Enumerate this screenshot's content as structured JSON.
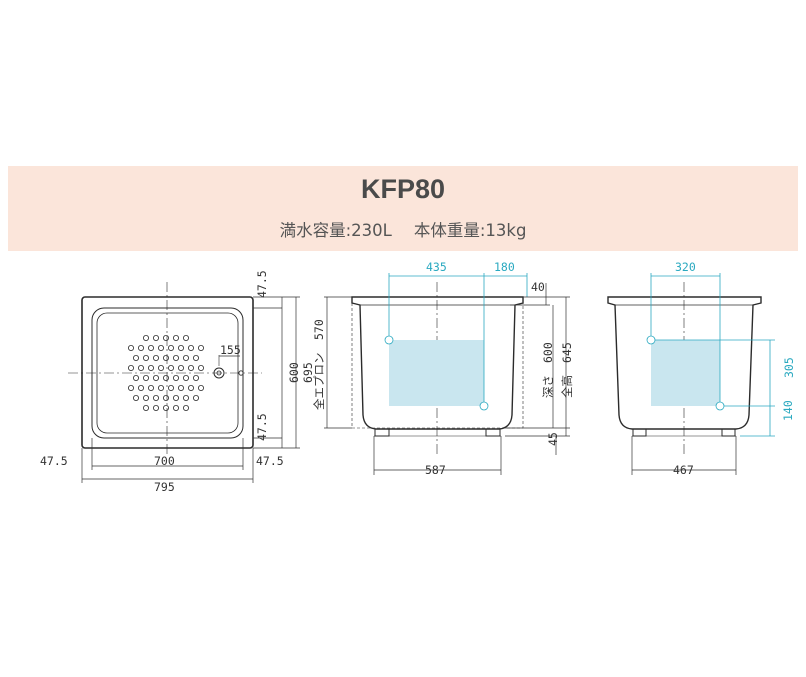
{
  "header": {
    "model": "KFP80",
    "capacity": "満水容量:230L",
    "weight": "本体重量:13kg"
  },
  "colors": {
    "banner": "#fbe5da",
    "outline": "#2b2b2b",
    "dimension": "#333333",
    "water_area": "#c9e6ef",
    "cyan_dimension": "#2aa9c0"
  },
  "top_view": {
    "margin_top": "47.5",
    "margin_left": "47.5",
    "margin_right": "47.5",
    "margin_bottom": "47.5",
    "inner_width": "700",
    "outer_width": "795",
    "inner_depth": "600",
    "outer_depth": "695",
    "drain_offset": "155"
  },
  "front_view": {
    "width_a": "435",
    "width_b": "180",
    "rim": "40",
    "apron_label": "全エプロン",
    "apron_height": "570",
    "depth_label": "深さ",
    "depth": "600",
    "total_height_label": "全高",
    "total_height": "645",
    "base_height": "45",
    "base_width": "587"
  },
  "side_view": {
    "width_top": "320",
    "height_a": "305",
    "height_b": "140",
    "base_width": "467"
  }
}
